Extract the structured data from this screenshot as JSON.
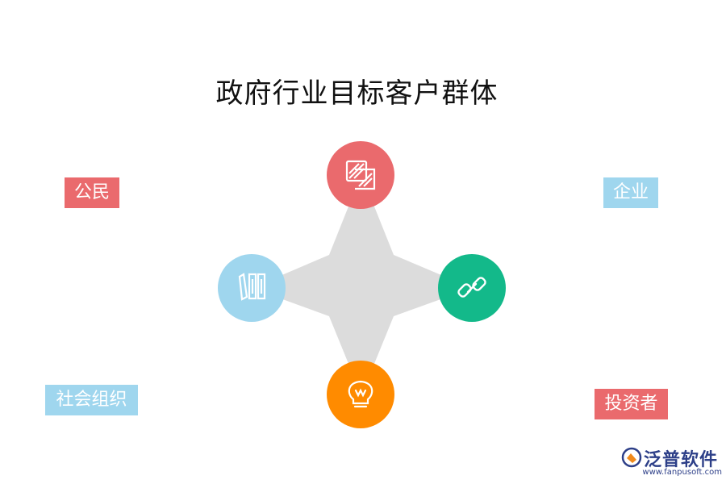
{
  "title": "政府行业目标客户群体",
  "labels": {
    "citizen": "公民",
    "enterprise": "企业",
    "social_org": "社会组织",
    "investor": "投资者"
  },
  "nodes": {
    "top": {
      "icon": "striped-layers-icon",
      "color": "#ea6a6d"
    },
    "right": {
      "icon": "chain-link-icon",
      "color": "#13b98a"
    },
    "bottom": {
      "icon": "lightbulb-icon",
      "color": "#ff8b00"
    },
    "left": {
      "icon": "book-binders-icon",
      "color": "#9fd6ee"
    }
  },
  "colors": {
    "star": "#dcdcdc",
    "red_tag": "#ea6a6d",
    "blue_tag": "#9fd6ee",
    "logo": "#2d3f88"
  },
  "logo": {
    "name": "泛普软件",
    "url": "www.fanpusoft.com"
  }
}
